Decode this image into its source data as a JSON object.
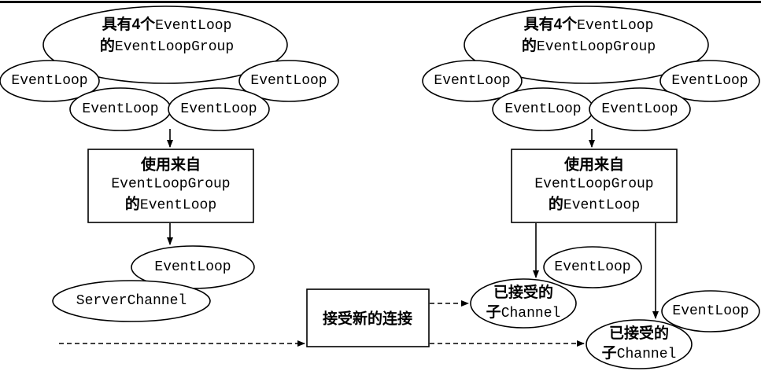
{
  "colors": {
    "background": "#ffffff",
    "stroke": "#000000",
    "text": "#000000"
  },
  "labels": {
    "group_line1_cn": "具有4个",
    "group_line1_code": "EventLoop",
    "group_line2_cn": "的",
    "group_line2_code": "EventLoopGroup",
    "eventloop": "EventLoop",
    "server_channel": "ServerChannel",
    "use_line1_cn": "使用来自",
    "use_line2_code": "EventLoopGroup",
    "use_line3_cn": "的",
    "use_line3_code": "EventLoop",
    "accept_box": "接受新的连接",
    "child_line1_cn": "已接受的",
    "child_line2_cn": "子",
    "child_line2_code": "Channel"
  }
}
